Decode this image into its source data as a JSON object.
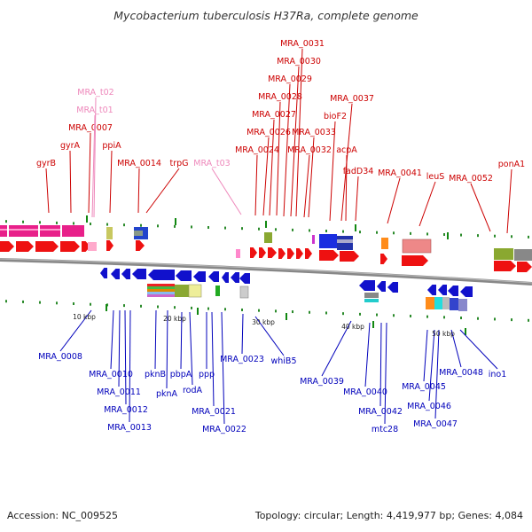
{
  "title": "Mycobacterium tuberculosis H37Ra, complete genome",
  "footer": {
    "accession": "Accession: NC_009525",
    "summary": "Topology: circular; Length: 4,419,977 bp; Genes: 4,084"
  },
  "colors": {
    "forward_label": "#cc0000",
    "trna_label": "#ee88bb",
    "reverse_label": "#0000bb",
    "forward_gene": "#ee1111",
    "reverse_gene": "#1111cc",
    "backbone": "#888888"
  },
  "scale_ticks": [
    "10 kbp",
    "20 kbp",
    "30 kbp",
    "40 kbp",
    "50 kbp"
  ],
  "forward_labels": [
    "gyrB",
    "gyrA",
    "MRA_0007",
    "MRA_t01",
    "MRA_t02",
    "ppiA",
    "MRA_0014",
    "trpG",
    "MRA_t03",
    "MRA_0024",
    "MRA_0026",
    "MRA_0027",
    "MRA_0028",
    "MRA_0029",
    "MRA_0030",
    "MRA_0031",
    "MRA_0032",
    "MRA_0033",
    "bioF2",
    "MRA_0037",
    "acpA",
    "fadD34",
    "MRA_0041",
    "leuS",
    "MRA_0052",
    "ponA1"
  ],
  "reverse_labels": [
    "MRA_0008",
    "MRA_0010",
    "MRA_0011",
    "MRA_0012",
    "MRA_0013",
    "pknB",
    "pknA",
    "pbpA",
    "rodA",
    "ppp",
    "MRA_0021",
    "MRA_0022",
    "MRA_0023",
    "whiB5",
    "MRA_0039",
    "MRA_0040",
    "MRA_0042",
    "mtc28",
    "MRA_0045",
    "MRA_0046",
    "MRA_0047",
    "MRA_0048",
    "ino1"
  ]
}
